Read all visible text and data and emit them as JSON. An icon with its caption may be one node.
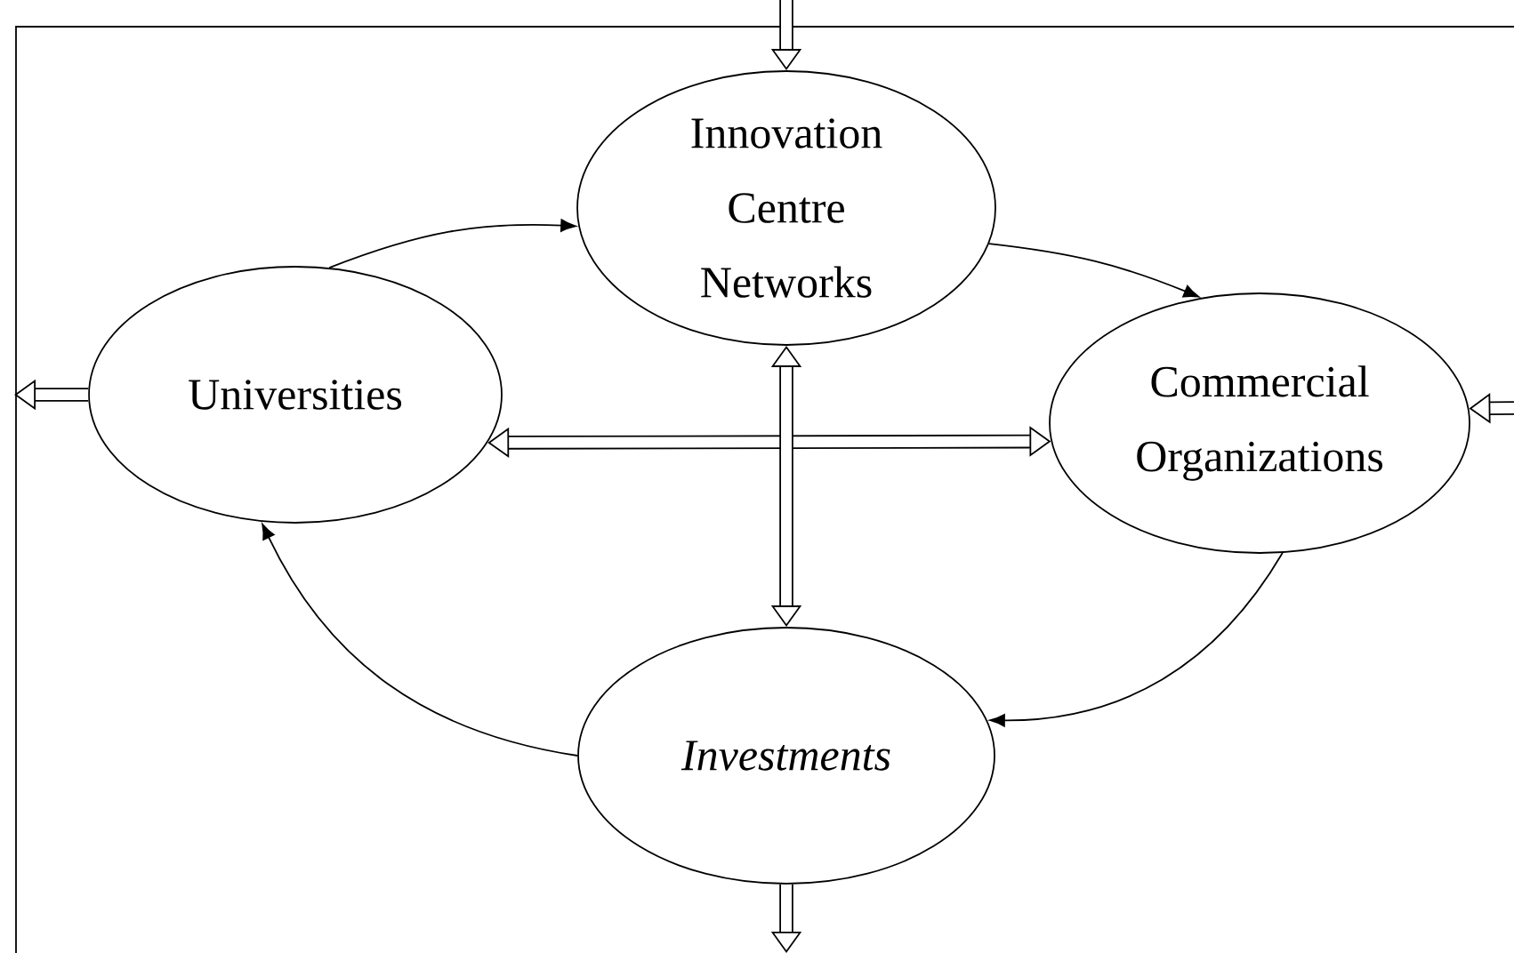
{
  "diagram": {
    "nodes": [
      {
        "text": [
          "Innovation Centre Networks"
        ]
      },
      {
        "text": [
          "Universities"
        ]
      },
      {
        "text": [
          "Commercial Organizations"
        ]
      },
      {
        "text": [
          "Investments"
        ]
      }
    ],
    "edges": [
      {
        "from": 1,
        "to": 0,
        "arrow": "to"
      },
      {
        "from": 0,
        "to": 2,
        "arrow": "to"
      },
      {
        "from": 2,
        "to": 3,
        "arrow": "to"
      },
      {
        "from": 3,
        "to": 1,
        "arrow": "to"
      },
      {
        "from": 1,
        "to": 2,
        "arrow": "both"
      },
      {
        "from": 3,
        "to": 0,
        "arrow": "both"
      },
      {
        "from": null,
        "to": 0,
        "arrow": "to"
      },
      {
        "from": 1,
        "to": null,
        "arrow": "to"
      },
      {
        "from": null,
        "to": 2,
        "arrow": "to"
      },
      {
        "from": 3,
        "to": null,
        "arrow": "to"
      }
    ]
  }
}
